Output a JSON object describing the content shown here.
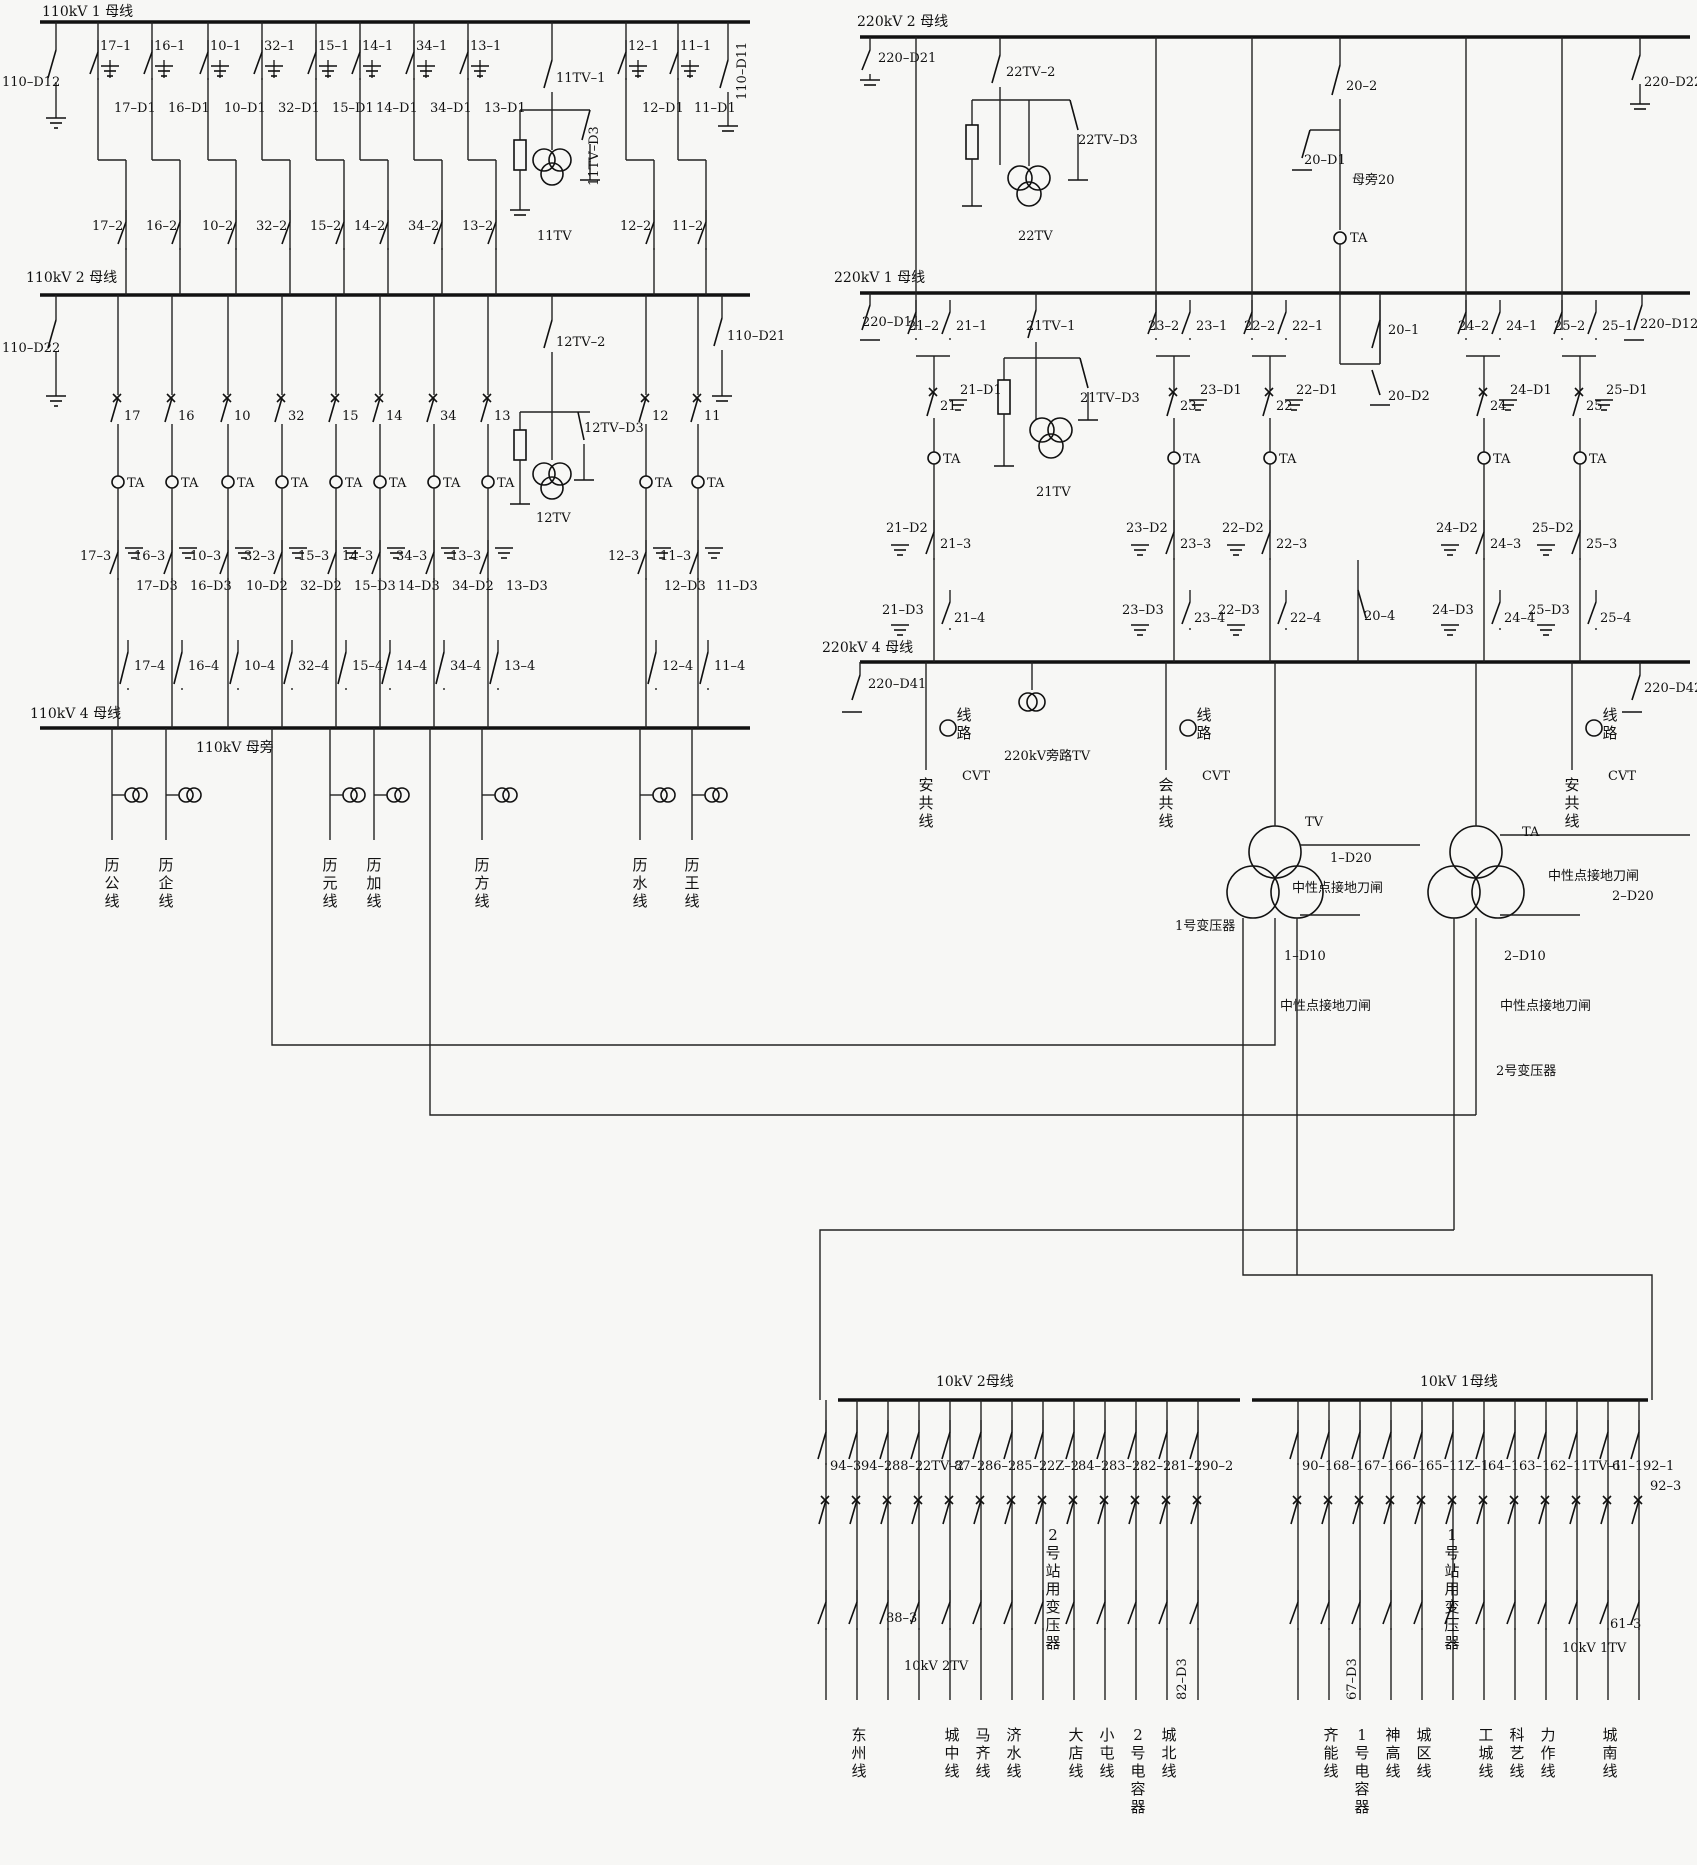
{
  "buses": [
    {
      "id": "b110_1",
      "label": "110kV 1 母线"
    },
    {
      "id": "b110_2",
      "label": "110kV 2 母线"
    },
    {
      "id": "b110_4",
      "label": "110kV 4 母线"
    },
    {
      "id": "b110_p",
      "label": "110kV 母旁"
    },
    {
      "id": "b220_2",
      "label": "220kV 2 母线"
    },
    {
      "id": "b220_1",
      "label": "220kV 1 母线"
    },
    {
      "id": "b220_4",
      "label": "220kV 4 母线"
    },
    {
      "id": "b10_2",
      "label": "10kV 2母线"
    },
    {
      "id": "b10_1",
      "label": "10kV 1母线"
    }
  ],
  "bays110": [
    {
      "n": "17",
      "line": "历公线",
      "s1": "17–1",
      "s2": "17–2",
      "sd1": "17–D1",
      "s3": "17–3",
      "sd3": "17–D3",
      "s4": "17–4",
      "ct": true
    },
    {
      "n": "16",
      "line": "历企线",
      "s1": "16–1",
      "s2": "16–2",
      "sd1": "16–D1",
      "s3": "16–3",
      "sd3": "16–D3",
      "s4": "16–4",
      "ct": true
    },
    {
      "n": "10",
      "line": "",
      "s1": "10–1",
      "s2": "10–2",
      "sd1": "10–D1",
      "s3": "10–3",
      "sd3": "10–D2",
      "s4": "10–4",
      "ct": false
    },
    {
      "n": "32",
      "line": "",
      "s1": "32–1",
      "s2": "32–2",
      "sd1": "32–D1",
      "s3": "32–3",
      "sd3": "32–D2",
      "s4": "32–4",
      "ct": false
    },
    {
      "n": "15",
      "line": "历元线",
      "s1": "15–1",
      "s2": "15–2",
      "sd1": "15–D1",
      "s3": "15–3",
      "sd3": "15–D3",
      "s4": "15–4",
      "ct": true
    },
    {
      "n": "14",
      "line": "历加线",
      "s1": "14–1",
      "s2": "14–2",
      "sd1": "14–D1",
      "s3": "14–3",
      "sd3": "14–D3",
      "s4": "14–4",
      "ct": true
    },
    {
      "n": "34",
      "line": "",
      "s1": "34–1",
      "s2": "34–2",
      "sd1": "34–D1",
      "s3": "34–3",
      "sd3": "34–D2",
      "s4": "34–4",
      "ct": false
    },
    {
      "n": "13",
      "line": "历方线",
      "s1": "13–1",
      "s2": "13–2",
      "sd1": "13–D1",
      "s3": "13–3",
      "sd3": "13–D3",
      "s4": "13–4",
      "ct": true
    },
    {
      "n": "12",
      "line": "历水线",
      "s1": "12–1",
      "s2": "12–2",
      "sd1": "12–D1",
      "s3": "12–3",
      "sd3": "12–D3",
      "s4": "12–4",
      "ct": true
    },
    {
      "n": "11",
      "line": "历王线",
      "s1": "11–1",
      "s2": "11–2",
      "sd1": "11–D1",
      "s3": "11–3",
      "sd3": "11–D3",
      "s4": "11–4",
      "ct": true
    }
  ],
  "bays220": [
    {
      "n": "21",
      "line": "安共线",
      "s2": "21–2",
      "s1": "21–1",
      "sd1": "21–D1",
      "sd2": "21–D2",
      "s3": "21–3",
      "sd3": "21–D3",
      "s4": "21–4",
      "cvt": "线路CVT"
    },
    {
      "n": "23",
      "line": "会共线",
      "s2": "23–2",
      "s1": "23–1",
      "sd1": "23–D1",
      "sd2": "23–D2",
      "s3": "23–3",
      "sd3": "23–D3",
      "s4": "23–4",
      "cvt": "线路CVT"
    },
    {
      "n": "22",
      "line": "",
      "s2": "22–2",
      "s1": "22–1",
      "sd1": "22–D1",
      "sd2": "22–D2",
      "s3": "22–3",
      "sd3": "22–D3",
      "s4": "22–4",
      "cvt": ""
    },
    {
      "n": "24",
      "line": "",
      "s2": "24–2",
      "s1": "24–1",
      "sd1": "24–D1",
      "sd2": "24–D2",
      "s3": "24–3",
      "sd3": "24–D3",
      "s4": "24–4",
      "cvt": ""
    },
    {
      "n": "25",
      "line": "安共线",
      "s2": "25–2",
      "s1": "25–1",
      "sd1": "25–D1",
      "sd2": "25–D2",
      "s3": "25–3",
      "sd3": "25–D3",
      "s4": "25–4",
      "cvt": "线路CVT"
    }
  ],
  "bays10_2": [
    {
      "n": "94",
      "top": "94–3",
      "line": ""
    },
    {
      "n": "94b",
      "top": "94–2",
      "line": "东州线"
    },
    {
      "n": "88",
      "top": "88–2",
      "line": ""
    },
    {
      "n": "tv2",
      "top": "2TV–2",
      "line": ""
    },
    {
      "n": "87",
      "top": "87–2",
      "line": "城中线"
    },
    {
      "n": "86",
      "top": "86–2",
      "line": "马齐线"
    },
    {
      "n": "85",
      "top": "85–2",
      "line": "济水线"
    },
    {
      "n": "2z",
      "top": "2Z–2",
      "line": ""
    },
    {
      "n": "84",
      "top": "84–2",
      "line": "大店线"
    },
    {
      "n": "83",
      "top": "83–2",
      "line": "小屯线"
    },
    {
      "n": "82",
      "top": "82–2",
      "line": "2号电容器"
    },
    {
      "n": "81",
      "top": "81–2",
      "line": "城北线"
    },
    {
      "n": "90",
      "top": "90–2",
      "line": ""
    }
  ],
  "bays10_1": [
    {
      "n": "90",
      "top": "90–1",
      "line": ""
    },
    {
      "n": "68",
      "top": "68–1",
      "line": "齐能线"
    },
    {
      "n": "67",
      "top": "67–1",
      "line": "1号电容器"
    },
    {
      "n": "66",
      "top": "66–1",
      "line": "神高线"
    },
    {
      "n": "65",
      "top": "65–1",
      "line": "城区线"
    },
    {
      "n": "1z",
      "top": "1Z–1",
      "line": ""
    },
    {
      "n": "64",
      "top": "64–1",
      "line": "工城线"
    },
    {
      "n": "63",
      "top": "63–1",
      "line": "科艺线"
    },
    {
      "n": "62",
      "top": "62–1",
      "line": "力作线"
    },
    {
      "n": "tv1",
      "top": "1TV–1",
      "line": ""
    },
    {
      "n": "61",
      "top": "61–1",
      "line": "城南线"
    },
    {
      "n": "92",
      "top": "92–1",
      "line": ""
    }
  ],
  "labels": {
    "tv11": "11TV",
    "tv11_1": "11TV–1",
    "tv11_d3": "11TV–D3",
    "tv12": "12TV",
    "tv12_2": "12TV–2",
    "tv12_d3": "12TV–D3",
    "tv22": "22TV",
    "tv22_2": "22TV–2",
    "tv22_d3": "22TV–D3",
    "tv21": "21TV",
    "tv21_1": "21TV–1",
    "tv21_d3": "21TV–D3",
    "g110_d12": "110–D12",
    "g110_d22": "110–D22",
    "g110_d11": "110–D11",
    "g110_d21": "110–D21",
    "g220_d21": "220–D21",
    "g220_d22": "220–D22",
    "g220_d11": "220–D11",
    "g220_d12": "220–D12",
    "g220_d41": "220–D41",
    "g220_d42": "220–D42",
    "b20_2": "20–2",
    "b20_d1": "20–D1",
    "b20": "母旁20",
    "b20_1": "20–1",
    "b20_d2": "20–D2",
    "b20_4": "20–4",
    "ta": "TA",
    "tv": "TV",
    "tv220p": "220kV旁路TV",
    "t1": "1号变压器",
    "t2": "2号变压器",
    "t1_d20": "1–D20",
    "t1_d10": "1–D10",
    "t2_d20": "2–D20",
    "t2_d10": "2–D10",
    "neutral": "中性点接地刀闸",
    "tv10_2": "10kV 2TV",
    "tv10_1": "10kV 1TV",
    "zt2": "2号站用变压器",
    "zt1": "1号站用变压器",
    "d82": "82–D3",
    "d67": "67–D3",
    "s92_3": "92–3",
    "s88_3": "88–3",
    "s61_3": "61–3"
  },
  "colors": {
    "ink": "#111111",
    "paper": "#f7f7f5"
  }
}
